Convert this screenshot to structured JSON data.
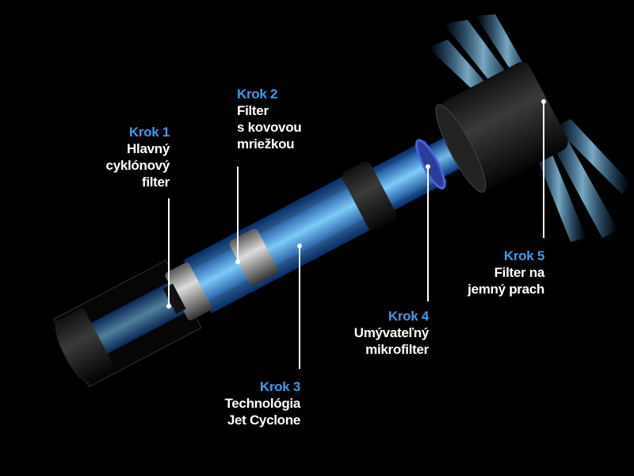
{
  "accent_color": "#3d9be9",
  "steps": [
    {
      "step": "Krok 1",
      "lines": [
        "Hlavný",
        "cyklónový",
        "filter"
      ]
    },
    {
      "step": "Krok 2",
      "lines": [
        "Filter",
        "s kovovou",
        "mriežkou"
      ]
    },
    {
      "step": "Krok 3",
      "lines": [
        "Technológia",
        "Jet Cyclone"
      ]
    },
    {
      "step": "Krok 4",
      "lines": [
        "Umývateľný",
        "mikrofilter"
      ]
    },
    {
      "step": "Krok 5",
      "lines": [
        "Filter na",
        "jemný prach"
      ]
    }
  ]
}
